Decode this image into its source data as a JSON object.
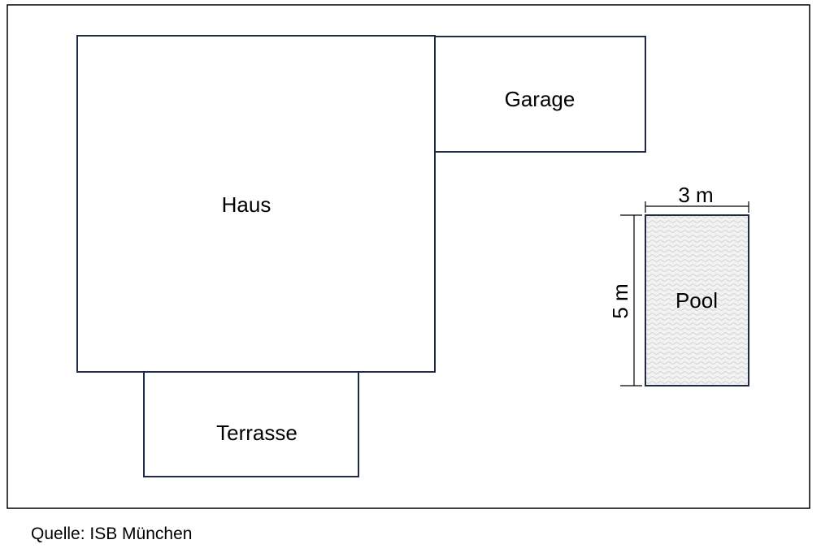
{
  "plan": {
    "house_label": "Haus",
    "garage_label": "Garage",
    "terrace_label": "Terrasse",
    "pool_label": "Pool",
    "pool_width": "3 m",
    "pool_length": "5 m"
  },
  "source": "Quelle: ISB München",
  "colors": {
    "outline": "#1f2a44",
    "frame": "#000000",
    "dimension_line": "#000000",
    "pool_fill": "#f2f2f2",
    "pool_texture": "#c8c8c8"
  }
}
